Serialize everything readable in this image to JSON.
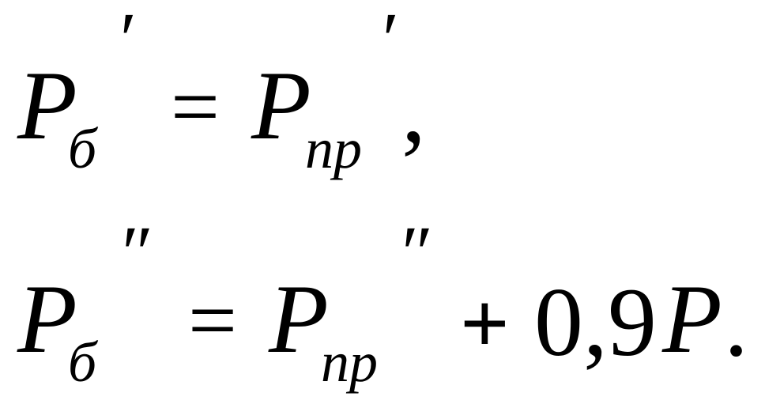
{
  "equations": [
    {
      "lhs": {
        "var": "P",
        "sub": "б",
        "prime": "′"
      },
      "eq": "=",
      "rhs": {
        "var": "P",
        "sub": "пр",
        "prime": "′"
      },
      "tail": ","
    },
    {
      "lhs": {
        "var": "P",
        "sub": "б",
        "prime": "″"
      },
      "eq": "=",
      "rhs": {
        "var": "P",
        "sub": "пр",
        "prime": "″"
      },
      "plus": "+",
      "coef": "0,9",
      "var2": "P",
      "tail": "."
    }
  ]
}
